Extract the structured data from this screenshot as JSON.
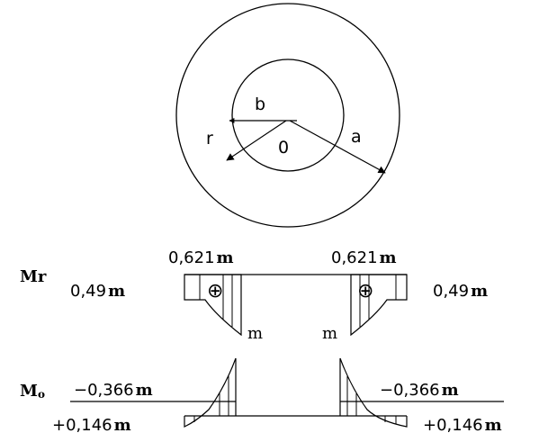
{
  "circle_labels": {
    "b": "b",
    "r": "r",
    "o": "0",
    "a": "a"
  },
  "moment_radial": {
    "symbol": "Mr",
    "top_left_value": "0,621",
    "top_right_value": "0,621",
    "side_left_value": "0,49",
    "side_right_value": "0,49",
    "unit": "m",
    "sign": "⊕"
  },
  "moment_circ": {
    "symbol_main": "M",
    "symbol_sub": "o",
    "upper_left_value": "−0,366",
    "upper_right_value": "−0,366",
    "lower_left_value": "+0,146",
    "lower_right_value": "+0,146",
    "unit": "m"
  }
}
